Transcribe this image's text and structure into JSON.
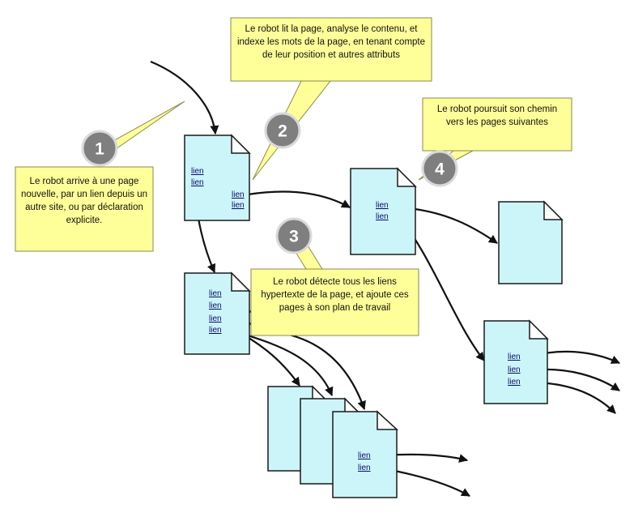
{
  "link_label": "lien",
  "steps": [
    {
      "number": "1",
      "text": "Le robot arrive à une page nouvelle, par un lien depuis un autre site, ou par déclaration explicite."
    },
    {
      "number": "2",
      "text": "Le robot lit la page, analyse le contenu, et indexe les mots de la page, en tenant compte de leur position et autres attributs"
    },
    {
      "number": "3",
      "text": "Le robot détecte tous les liens hypertexte de la page, et ajoute ces pages à son plan de travail"
    },
    {
      "number": "4",
      "text": "Le robot poursuit son chemin vers les pages suivantes"
    }
  ],
  "colors": {
    "page": "#ccf5f9",
    "callout": "#ffff99",
    "badge": "#7f7f7f",
    "arrow": "#111111"
  }
}
